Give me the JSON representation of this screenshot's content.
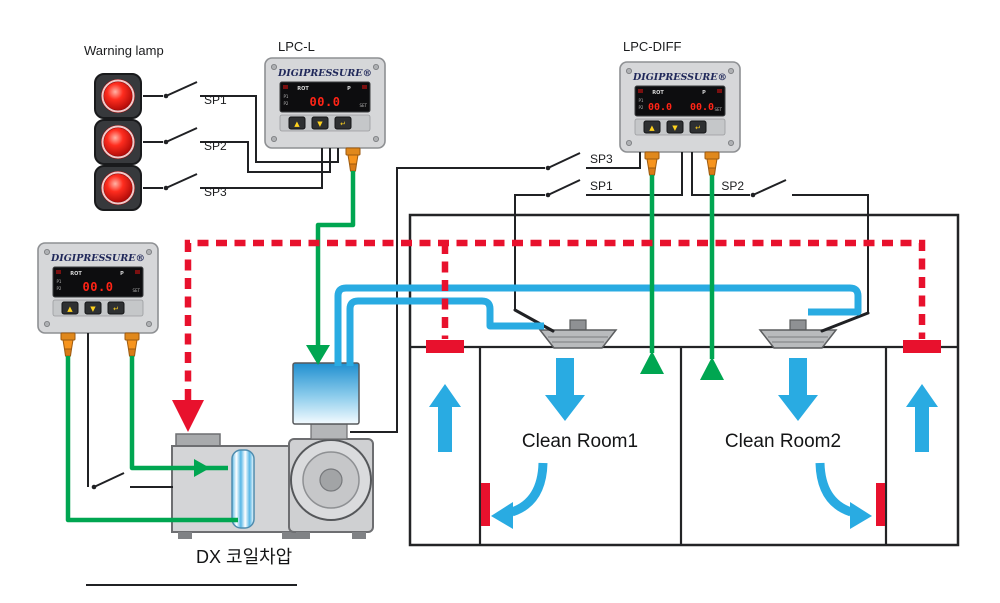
{
  "labels": {
    "warning_lamp": "Warning lamp",
    "lpc_l": "LPC-L",
    "lpc_diff": "LPC-DIFF",
    "sp1": "SP1",
    "sp2": "SP2",
    "sp3": "SP3",
    "clean_room1": "Clean Room1",
    "clean_room2": "Clean Room2",
    "dx_coil": "DX 코일차압"
  },
  "device": {
    "brand": "DIGIPRESSURE®",
    "rot_label": "ROT",
    "p_label": "P",
    "p1_label": "P1",
    "p2_label": "P2",
    "set_label": "SET",
    "display_value": "00.0",
    "btn_up": "▲",
    "btn_down": "▼",
    "btn_enter": "↵"
  },
  "colors": {
    "sensing_line_green": "#00a651",
    "airflow_blue": "#29abe2",
    "pressure_line_red": "#e8112d",
    "wire_black": "#202124",
    "fitting_orange": "#f7941d",
    "lamp_red": "#ff2d1f"
  }
}
